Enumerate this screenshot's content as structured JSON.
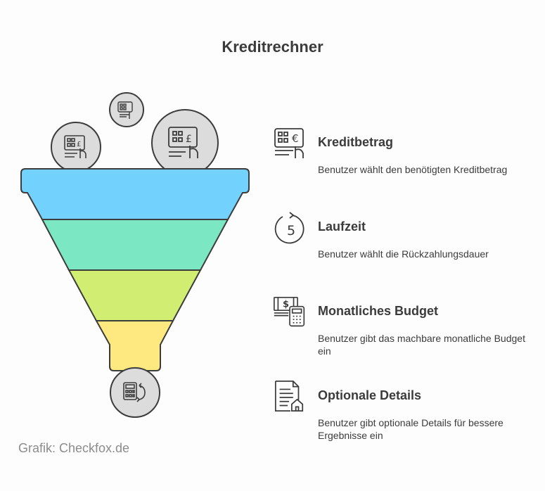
{
  "title": "Kreditrechner",
  "colors": {
    "layer1": "#73d1fd",
    "layer2": "#7be8c3",
    "layer3": "#d1ee73",
    "layer4": "#fee880",
    "circle": "#dcdcdc",
    "stroke": "#3c3c3c"
  },
  "funnel_icons": [
    "calculator-pound-icon",
    "calculator-pound-icon",
    "calculator-pound-icon",
    "calculator-refresh-icon"
  ],
  "steps": [
    {
      "label": "Kreditbetrag",
      "desc": "Benutzer wählt den benötigten Kreditbetrag",
      "icon": "calculator-euro-icon"
    },
    {
      "label": "Laufzeit",
      "desc": "Benutzer wählt die Rückzahlungsdauer",
      "icon": "timer-icon",
      "icon_text": "5"
    },
    {
      "label": "Monatliches Budget",
      "desc": "Benutzer gibt das machbare monatliche Budget ein",
      "icon": "money-calculator-icon",
      "icon_text": "$"
    },
    {
      "label": "Optionale Details",
      "desc": "Benutzer gibt optionale Details für bessere Ergebnisse ein",
      "icon": "document-house-icon"
    }
  ],
  "footer": "Grafik: Checkfox.de"
}
